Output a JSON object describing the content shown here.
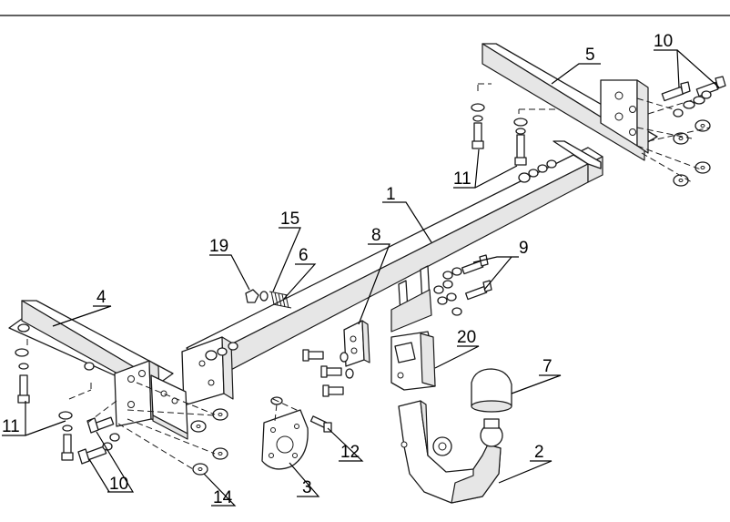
{
  "diagram": {
    "callouts": {
      "c1": "1",
      "c2": "2",
      "c3": "3",
      "c4": "4",
      "c5": "5",
      "c6": "6",
      "c7": "7",
      "c8": "8",
      "c9": "9",
      "c10a": "10",
      "c10b": "10",
      "c11a": "11",
      "c11b": "11",
      "c12": "12",
      "c14": "14",
      "c15": "15",
      "c19": "19",
      "c20": "20"
    }
  }
}
